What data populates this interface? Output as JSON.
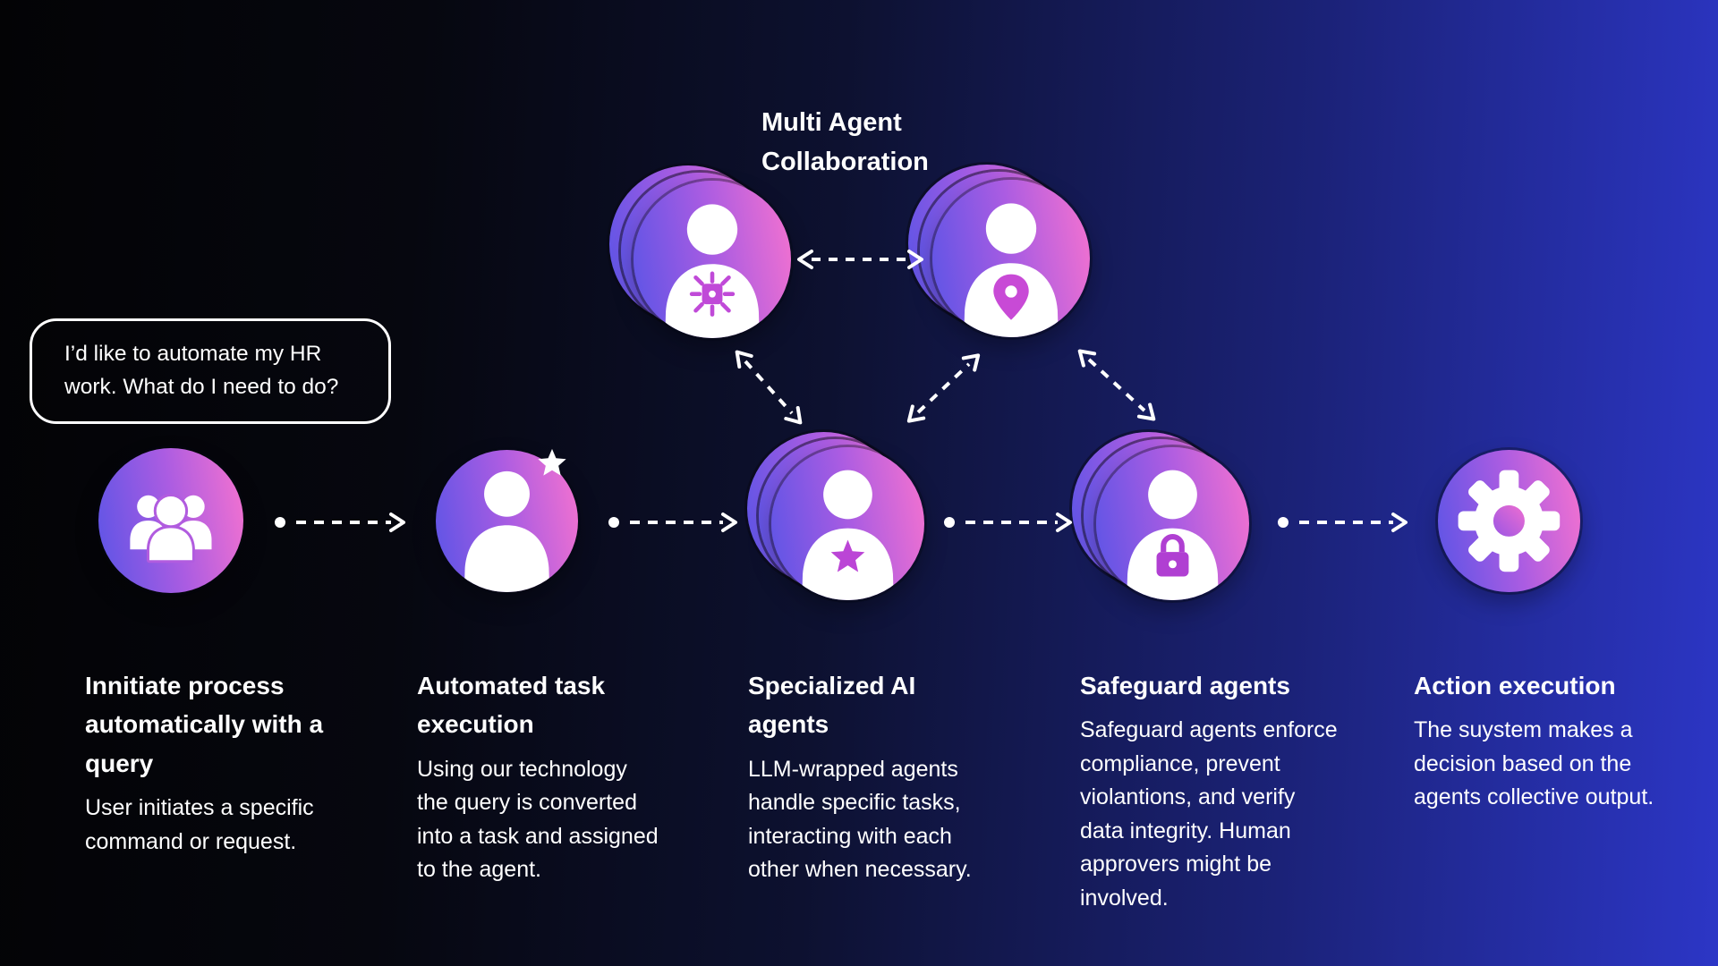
{
  "diagram": {
    "title": "Multi Agent Collaboration"
  },
  "query_bubble": {
    "text": "I’d like to automate my HR work. What do I need to do?"
  },
  "steps": [
    {
      "heading": "Innitiate process automatically with a query",
      "body": "User initiates a specific command or request.",
      "icon": "user-group-icon"
    },
    {
      "heading": "Automated task execution",
      "body": "Using our technology the query is converted into  a task and assigned to the agent.",
      "icon": "person-with-star-icon"
    },
    {
      "heading": "Specialized AI agents",
      "body": "LLM-wrapped agents handle specific tasks, interacting with each other when necessary.",
      "icon": "stacked-agents-star-badge-icon"
    },
    {
      "heading": "Safeguard agents",
      "body": "Safeguard agents enforce compliance, prevent violantions, and verify data integrity. Human approvers might be involved.",
      "icon": "stacked-agents-lock-badge-icon"
    },
    {
      "heading": "Action execution",
      "body": "The suystem makes a decision based on the agents collective output.",
      "icon": "gear-icon"
    }
  ],
  "collaboration_agents": [
    {
      "icon": "agent-ai-chip-icon"
    },
    {
      "icon": "agent-location-pin-icon"
    }
  ],
  "icons": {
    "user-group-icon": "three-person group glyph",
    "person-with-star-icon": "person with white star at corner",
    "stacked-agents-star-badge-icon": "stacked person avatars with star badge",
    "stacked-agents-lock-badge-icon": "stacked person avatars with lock badge",
    "gear-icon": "cogwheel",
    "agent-ai-chip-icon": "person with AI chip badge",
    "agent-location-pin-icon": "person with location pin badge",
    "dashed-arrow-icon": "dotted arrow connector"
  },
  "colors": {
    "background_left": "#030305",
    "background_right": "#2c36c6",
    "avatar_gradient_start": "#5a54e6",
    "avatar_gradient_mid": "#aa5ce2",
    "avatar_gradient_end": "#f773cf",
    "badge": "#bb45d6",
    "text": "#ffffff"
  }
}
